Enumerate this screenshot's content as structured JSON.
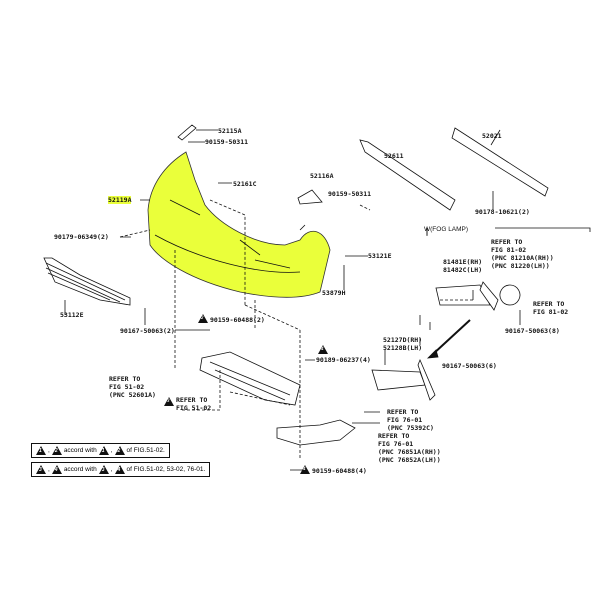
{
  "title": "Front bumper parts diagram",
  "colors": {
    "highlight": "#eaff3a",
    "line": "#111111"
  },
  "labels": {
    "p52115A": "52115A",
    "p90159_50311_a": "90159-50311",
    "p52161C": "52161C",
    "p52119A": "52119A",
    "p52116A": "52116A",
    "p90159_50311_b": "90159-50311",
    "p90179": "90179-06349(2)",
    "p53121E": "53121E",
    "p53879H": "53879H",
    "p53112E": "53112E",
    "p90167_2": "90167-50063(2)",
    "p90159_60488_2": "90159-60488(2)",
    "p52611": "52611",
    "p52021": "52021",
    "p90178": "90178-10621(2)",
    "fog_lamp": "W(FOG LAMP)",
    "ref_81_02_a": [
      "REFER TO",
      "FIG 81-02",
      "(PNC 81210A(RH))",
      "(PNC 81220(LH))"
    ],
    "p81481E": "81481E(RH)",
    "p81482C": "81482C(LH)",
    "ref_81_02_b": [
      "REFER TO",
      "FIG 81-02"
    ],
    "p90167_8": "90167-50063(8)",
    "p52127D": "52127D(RH)",
    "p52128B": "52128B(LH)",
    "p90167_6": "90167-50063(6)",
    "p90189": "90189-06237(4)",
    "ref_51_02_a": [
      "REFER TO",
      "FIG 51-02",
      "(PNC 52601A)"
    ],
    "ref_51_02_b": [
      "REFER TO",
      "FIG 51-02"
    ],
    "ref_76_01_a": [
      "REFER TO",
      "FIG 76-01",
      "(PNC 75392C)"
    ],
    "ref_76_01_b": [
      "REFER TO",
      "FIG 76-01",
      "(PNC 76851A(RH))",
      "(PNC 76852A(LH))"
    ],
    "p90159_60488_4": "90159-60488(4)"
  },
  "notes": [
    {
      "a": "1",
      "b": "2",
      "text": "accord with",
      "c": "1",
      "d": "2",
      "ref": "of FIG.51-02."
    },
    {
      "a": "3",
      "b": "4",
      "text": "accord with",
      "c": "3",
      "d": "4",
      "ref": "of FIG.51-02, 53-02, 76-01."
    }
  ],
  "triangle_marks": {
    "t1": "2",
    "t2": "4",
    "t3": "3",
    "t4": "4"
  }
}
